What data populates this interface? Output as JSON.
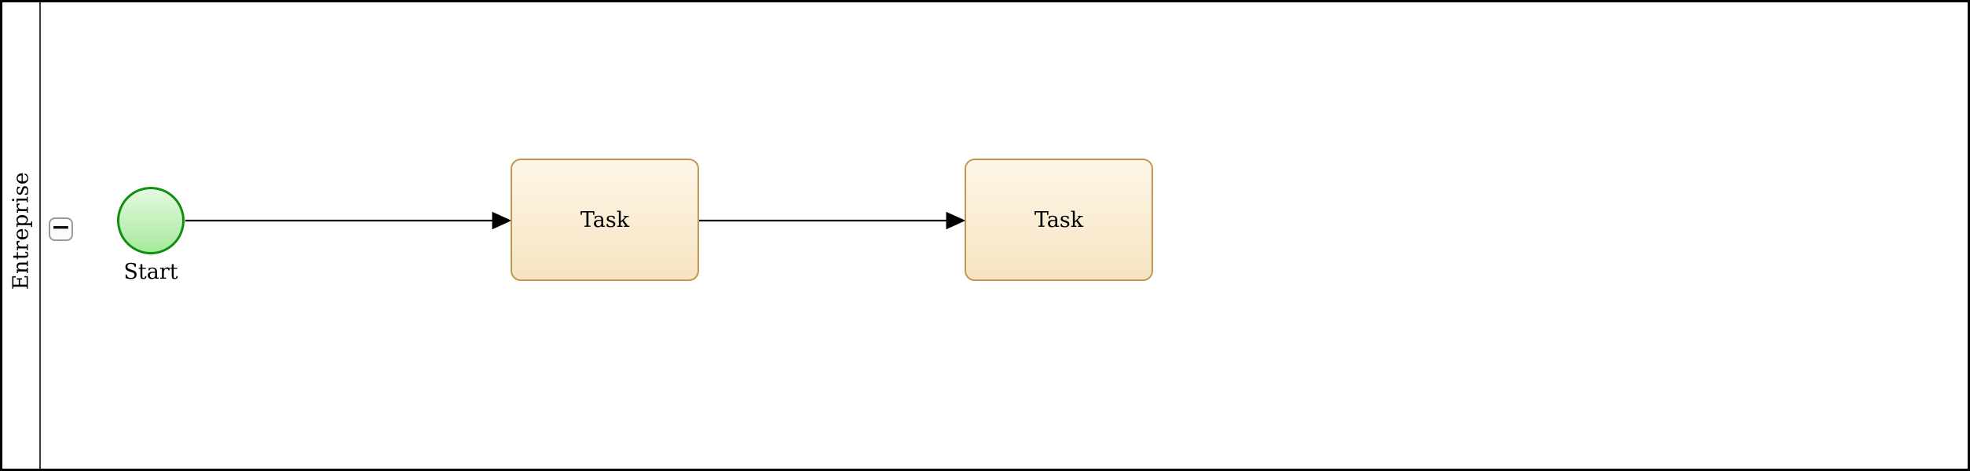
{
  "pool": {
    "lane": {
      "label": "Entreprise",
      "collapse_icon": "−"
    }
  },
  "nodes": {
    "start_event": {
      "type": "start-event",
      "label": "Start"
    },
    "task_1": {
      "type": "task",
      "label": "Task"
    },
    "task_2": {
      "type": "task",
      "label": "Task"
    }
  },
  "edges": [
    {
      "from": "start_event",
      "to": "task_1",
      "style": "sequence-flow-arrow"
    },
    {
      "from": "task_1",
      "to": "task_2",
      "style": "sequence-flow-arrow"
    }
  ],
  "colors": {
    "pool_border": "#000000",
    "lane_separator": "#3b3b3b",
    "button_border": "#999999",
    "button_fill": "#fbfbfb",
    "start_border": "#0f8f0f",
    "start_fill_top": "#e4f9df",
    "start_fill_bottom": "#a8e99c",
    "task_border": "#c09655",
    "task_fill_top": "#fdf6e7",
    "task_fill_bottom": "#f6e4c2",
    "edge_color": "#000000",
    "text_color": "#000000"
  }
}
